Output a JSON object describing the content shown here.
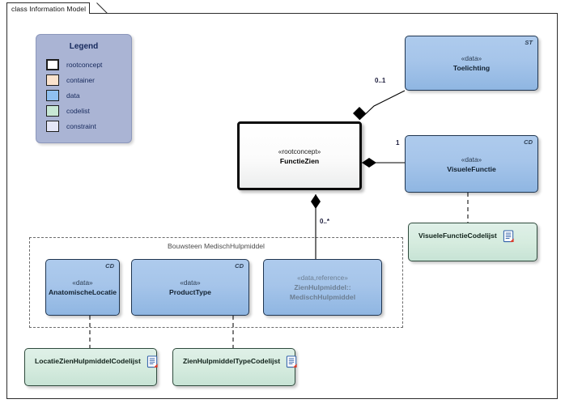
{
  "diagram": {
    "title": "class Information Model",
    "canvas_bg": "#ffffff",
    "frame_border": "#2b2b2b"
  },
  "legend": {
    "title": "Legend",
    "items": [
      {
        "label": "rootconcept",
        "color": "#ffffff",
        "style": "thick"
      },
      {
        "label": "container",
        "color": "#fbe3cd",
        "style": "normal"
      },
      {
        "label": "data",
        "color": "#8fc0f0",
        "style": "normal"
      },
      {
        "label": "codelist",
        "color": "#c8e8d5",
        "style": "normal"
      },
      {
        "label": "constraint",
        "color": "#e4e6f7",
        "style": "normal"
      }
    ],
    "panel_color": "#aab4d4",
    "text_color": "#16295c"
  },
  "classes": {
    "toelichting": {
      "stereotype": "«data»",
      "name": "Toelichting",
      "corner": "ST",
      "kind": "data"
    },
    "functiezien": {
      "stereotype": "«rootconcept»",
      "name": "FunctieZien",
      "corner": "",
      "kind": "rootconcept"
    },
    "visuelefunctie": {
      "stereotype": "«data»",
      "name": "VisueleFunctie",
      "corner": "CD",
      "kind": "data"
    },
    "anatomischelocatie": {
      "stereotype": "«data»",
      "name": "AnatomischeLocatie",
      "corner": "CD",
      "kind": "data"
    },
    "producttype": {
      "stereotype": "«data»",
      "name": "ProductType",
      "corner": "CD",
      "kind": "data"
    },
    "medischhulpmiddel": {
      "stereotype": "«data,reference»",
      "name_line1": "ZienHulpmiddel::",
      "name_line2": "MedischHulpmiddel",
      "corner": "",
      "kind": "data-reference"
    }
  },
  "codelists": {
    "visuelefunctie": {
      "name": "VisueleFunctieCodelijst"
    },
    "locatie": {
      "name": "LocatieZienHulpmiddelCodelijst"
    },
    "zienhulpmiddeltype": {
      "name": "ZienHulpmiddelTypeCodelijst"
    }
  },
  "container": {
    "label": "Bouwsteen MedischHulpmiddel"
  },
  "multiplicities": {
    "toelichting": "0..1",
    "visuelefunctie": "1",
    "medischhulpmiddel": "0..*"
  },
  "relations": [
    {
      "from": "FunctieZien",
      "to": "Toelichting",
      "type": "composition",
      "multiplicity": "0..1"
    },
    {
      "from": "FunctieZien",
      "to": "VisueleFunctie",
      "type": "composition",
      "multiplicity": "1"
    },
    {
      "from": "FunctieZien",
      "to": "MedischHulpmiddel",
      "type": "composition",
      "multiplicity": "0..*"
    },
    {
      "from": "VisueleFunctie",
      "to": "VisueleFunctieCodelijst",
      "type": "dependency"
    },
    {
      "from": "AnatomischeLocatie",
      "to": "LocatieZienHulpmiddelCodelijst",
      "type": "dependency"
    },
    {
      "from": "ProductType",
      "to": "ZienHulpmiddelTypeCodelijst",
      "type": "dependency"
    }
  ],
  "colors": {
    "data_fill": "#a6c5ea",
    "codelist_fill": "#d6ecdf",
    "root_fill": "#ffffff",
    "legend_fill": "#aab4d4",
    "line": "#000000"
  }
}
